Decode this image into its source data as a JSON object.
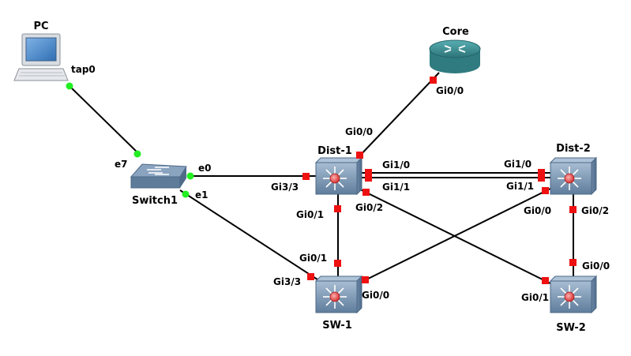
{
  "topology": {
    "nodes": {
      "pc": {
        "label": "PC",
        "type": "host"
      },
      "core": {
        "label": "Core",
        "type": "router"
      },
      "switch1": {
        "label": "Switch1",
        "type": "ethernet-switch"
      },
      "dist1": {
        "label": "Dist-1",
        "type": "multilayer-switch"
      },
      "dist2": {
        "label": "Dist-2",
        "type": "multilayer-switch"
      },
      "sw1": {
        "label": "SW-1",
        "type": "multilayer-switch"
      },
      "sw2": {
        "label": "SW-2",
        "type": "multilayer-switch"
      }
    },
    "ports": {
      "pc_tap0": "tap0",
      "switch1_e7": "e7",
      "switch1_e0": "e0",
      "switch1_e1": "e1",
      "core_gi0_0": "Gi0/0",
      "dist1_gi0_0": "Gi0/0",
      "dist1_gi3_3": "Gi3/3",
      "dist1_gi1_0": "Gi1/0",
      "dist1_gi1_1": "Gi1/1",
      "dist1_gi0_1": "Gi0/1",
      "dist1_gi0_2": "Gi0/2",
      "dist2_gi1_0": "Gi1/0",
      "dist2_gi1_1": "Gi1/1",
      "dist2_gi0_0": "Gi0/0",
      "dist2_gi0_2": "Gi0/2",
      "sw1_gi0_1": "Gi0/1",
      "sw1_gi3_3": "Gi3/3",
      "sw1_gi0_0": "Gi0/0",
      "sw2_gi0_0": "Gi0/0",
      "sw2_gi0_1": "Gi0/1"
    },
    "links": [
      {
        "from": "pc",
        "from_port": "tap0",
        "to": "switch1",
        "to_port": "e7"
      },
      {
        "from": "switch1",
        "from_port": "e0",
        "to": "dist1",
        "to_port": "Gi3/3"
      },
      {
        "from": "switch1",
        "from_port": "e1",
        "to": "sw1",
        "to_port": "Gi3/3"
      },
      {
        "from": "core",
        "from_port": "Gi0/0",
        "to": "dist1",
        "to_port": "Gi0/0"
      },
      {
        "from": "dist1",
        "from_port": "Gi1/0",
        "to": "dist2",
        "to_port": "Gi1/0"
      },
      {
        "from": "dist1",
        "from_port": "Gi1/1",
        "to": "dist2",
        "to_port": "Gi1/1"
      },
      {
        "from": "dist1",
        "from_port": "Gi0/1",
        "to": "sw1",
        "to_port": "Gi0/1"
      },
      {
        "from": "dist1",
        "from_port": "Gi0/2",
        "to": "sw2",
        "to_port": "Gi0/1"
      },
      {
        "from": "dist2",
        "from_port": "Gi0/0",
        "to": "sw1",
        "to_port": "Gi0/0"
      },
      {
        "from": "dist2",
        "from_port": "Gi0/2",
        "to": "sw2",
        "to_port": "Gi0/0"
      }
    ]
  },
  "colors": {
    "link": "#000000",
    "port_up": "#22ee22",
    "port_down": "#ee1111",
    "switch_body": "#7a96b4",
    "router_body": "#3a8b8f",
    "pc_screen": "#4a86c8"
  },
  "icons": {
    "pc": "desktop-computer-icon",
    "core": "router-icon",
    "switch1": "ethernet-switch-icon",
    "dist1": "multilayer-switch-icon",
    "dist2": "multilayer-switch-icon",
    "sw1": "multilayer-switch-icon",
    "sw2": "multilayer-switch-icon"
  }
}
